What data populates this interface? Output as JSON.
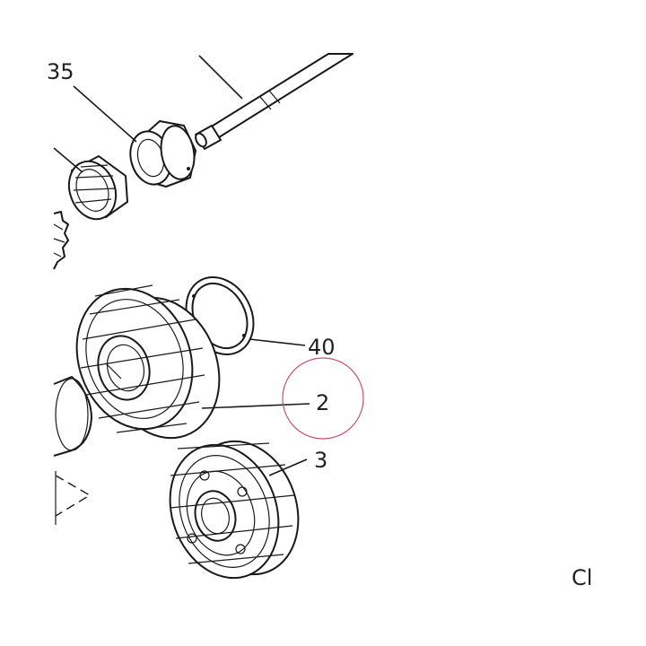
{
  "diagram": {
    "callouts": [
      {
        "id": "35",
        "text": "35"
      },
      {
        "id": "40",
        "text": "40"
      },
      {
        "id": "2",
        "text": "2"
      },
      {
        "id": "3",
        "text": "3"
      }
    ],
    "corner_text": "Cl",
    "highlight_color": "#c8506a",
    "line_color": "#1a1a1a"
  }
}
